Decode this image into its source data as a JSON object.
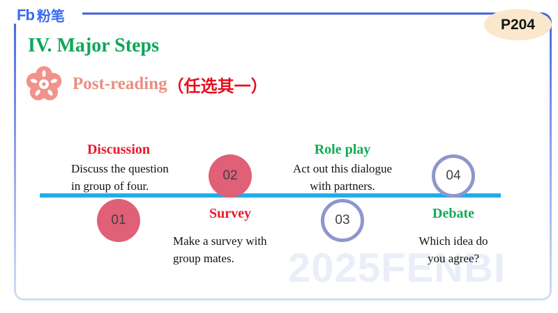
{
  "logo": {
    "symbol": "Fb",
    "name": "粉笔"
  },
  "page_badge": "P204",
  "title": "IV. Major Steps",
  "section": {
    "title": "Post-reading",
    "note": "（任选其一）",
    "icon": "plum-blossom-icon"
  },
  "timeline": {
    "steps": [
      {
        "num": "01",
        "label": "Discussion",
        "desc": [
          "Discuss the question",
          "in group of four."
        ],
        "circle_style": "filled",
        "circle_position": "below-line"
      },
      {
        "num": "02",
        "label": "Survey",
        "desc": [
          "Make a survey with",
          "group mates."
        ],
        "circle_style": "filled",
        "circle_position": "above-line"
      },
      {
        "num": "03",
        "label": "Role play",
        "desc": [
          "Act out this dialogue",
          "with  partners."
        ],
        "circle_style": "outlined",
        "circle_position": "below-line"
      },
      {
        "num": "04",
        "label": "Debate",
        "desc": [
          "Which idea do",
          "you agree?"
        ],
        "circle_style": "outlined",
        "circle_position": "above-line"
      }
    ]
  },
  "watermark": "2025FENBI",
  "colors": {
    "title_green": "#0fa658",
    "label_red": "#e81a2b",
    "label_green": "#10ac52",
    "timeline_blue": "#21ade8",
    "circle_pink": "#e06077",
    "circle_border_purple": "#8e96cd",
    "section_salmon": "#ea8f80",
    "note_red": "#e60f1e",
    "badge_cream": "#fbe7cb",
    "frame_blue_top": "#4365de",
    "frame_blue_bottom": "#cfdef6",
    "logo_blue": "#3a6af0",
    "watermark_gray": "#e9eef8"
  }
}
